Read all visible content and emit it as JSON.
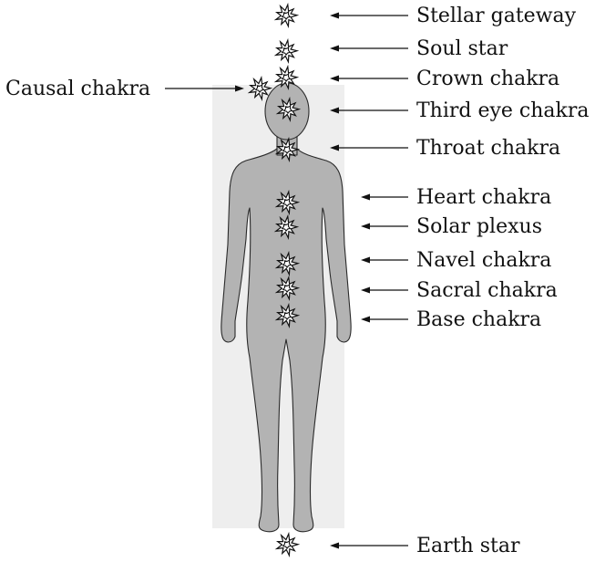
{
  "title": "",
  "colors": {
    "panel": "#eeeeee",
    "body": "#b3b3b3",
    "outline": "#2a2a2a",
    "ink": "#111111"
  },
  "chakras": [
    {
      "id": "stellar-gateway",
      "label": "Stellar gateway"
    },
    {
      "id": "soul-star",
      "label": "Soul star"
    },
    {
      "id": "crown",
      "label": "Crown chakra"
    },
    {
      "id": "third-eye",
      "label": "Third eye chakra"
    },
    {
      "id": "throat",
      "label": "Throat chakra"
    },
    {
      "id": "heart",
      "label": "Heart chakra"
    },
    {
      "id": "solar-plexus",
      "label": "Solar plexus"
    },
    {
      "id": "navel",
      "label": "Navel chakra"
    },
    {
      "id": "sacral",
      "label": "Sacral chakra"
    },
    {
      "id": "base",
      "label": "Base chakra"
    },
    {
      "id": "earth-star",
      "label": "Earth star"
    }
  ],
  "causal": {
    "id": "causal",
    "label": "Causal chakra"
  }
}
